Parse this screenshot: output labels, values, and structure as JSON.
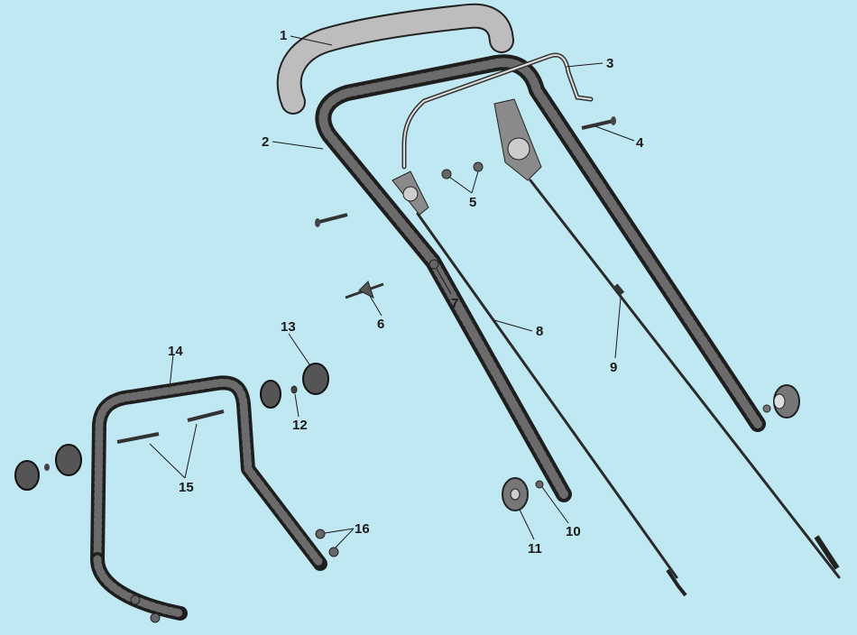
{
  "diagram": {
    "background": "#c0e8f2",
    "part_numbers": [
      "1",
      "2",
      "3",
      "4",
      "5",
      "6",
      "7",
      "8",
      "9",
      "10",
      "11",
      "12",
      "13",
      "14",
      "15",
      "16"
    ]
  }
}
